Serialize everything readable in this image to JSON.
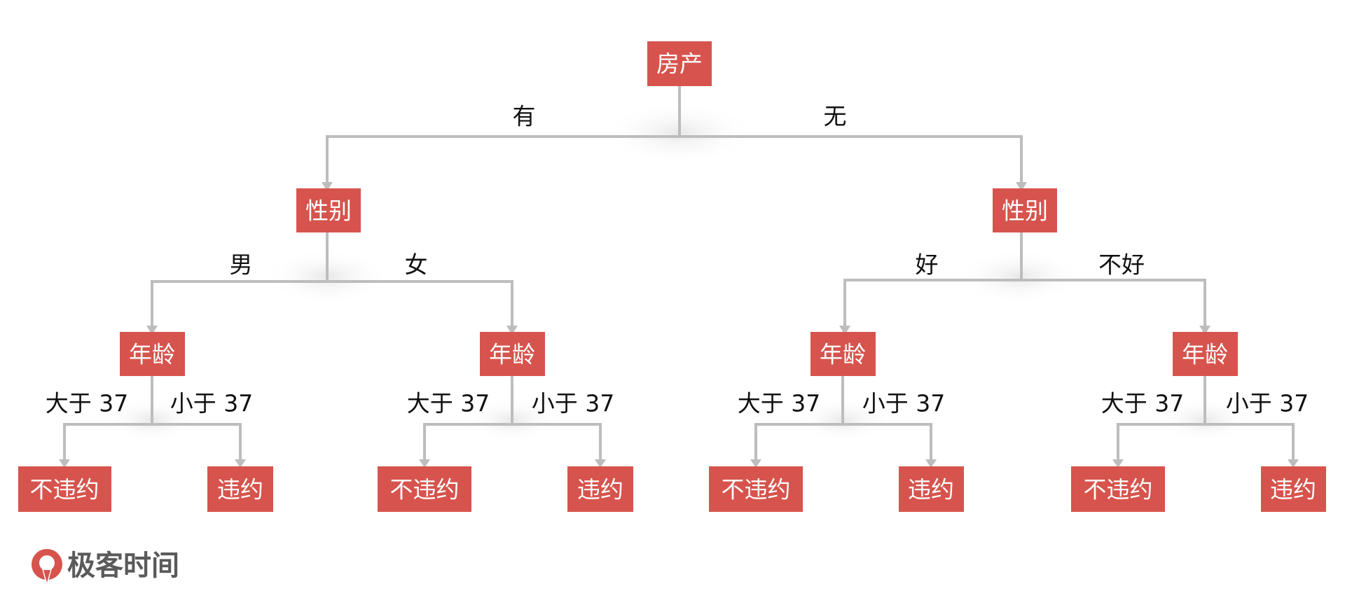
{
  "colors": {
    "node_fill": "#d6544d",
    "node_text": "#ffffff",
    "edge": "#bdbdbd",
    "label_text": "#111111",
    "logo": "#d6544d",
    "logo_text": "#5a5a5a"
  },
  "tree": {
    "root": {
      "label": "房产"
    },
    "branches": {
      "has": {
        "label": "有"
      },
      "none": {
        "label": "无"
      }
    },
    "gender_left": {
      "label": "性别"
    },
    "gender_right": {
      "label": "性别"
    },
    "gender_left_branches": {
      "male": "男",
      "female": "女"
    },
    "gender_right_branches": {
      "good": "好",
      "not_good": "不好"
    },
    "age_nodes": [
      {
        "label": "年龄"
      },
      {
        "label": "年龄"
      },
      {
        "label": "年龄"
      },
      {
        "label": "年龄"
      }
    ],
    "age_branches": [
      {
        "over": "大于 37",
        "under": "小于 37"
      },
      {
        "over": "大于 37",
        "under": "小于 37"
      },
      {
        "over": "大于 37",
        "under": "小于 37"
      },
      {
        "over": "大于 37",
        "under": "小于 37"
      }
    ],
    "leaves": [
      {
        "no_default": "不违约",
        "default": "违约"
      },
      {
        "no_default": "不违约",
        "default": "违约"
      },
      {
        "no_default": "不违约",
        "default": "违约"
      },
      {
        "no_default": "不违约",
        "default": "违约"
      }
    ]
  },
  "brand": {
    "icon": "geek-time-logo-icon",
    "name": "极客时间"
  }
}
